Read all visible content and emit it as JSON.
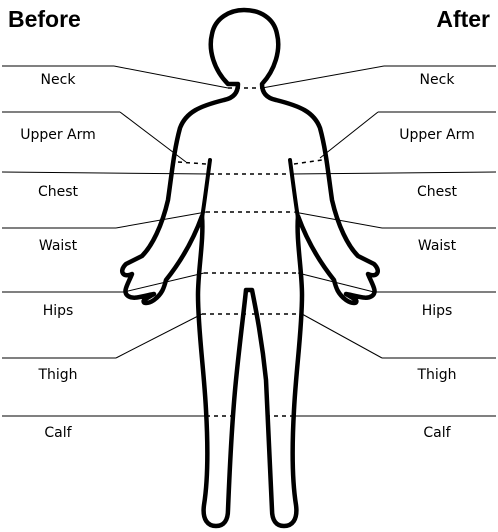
{
  "headings": {
    "before": "Before",
    "after": "After"
  },
  "measurements": [
    {
      "label": "Neck"
    },
    {
      "label": "Upper Arm"
    },
    {
      "label": "Chest"
    },
    {
      "label": "Waist"
    },
    {
      "label": "Hips"
    },
    {
      "label": "Thigh"
    },
    {
      "label": "Calf"
    }
  ],
  "colors": {
    "ink": "#000000",
    "background": "#ffffff"
  }
}
